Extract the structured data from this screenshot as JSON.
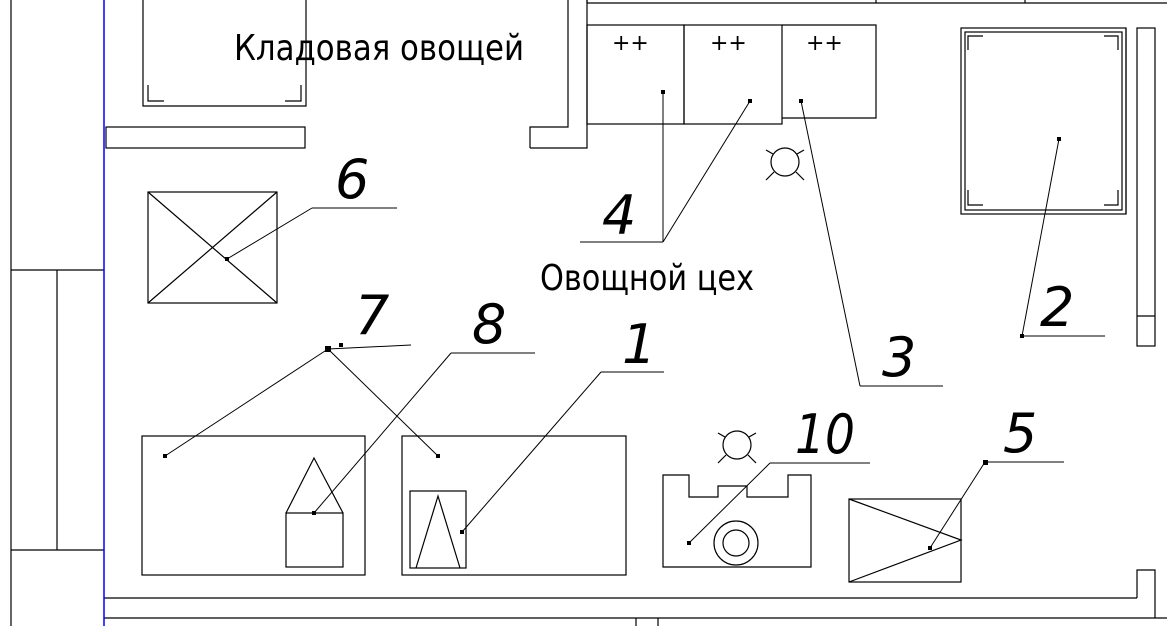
{
  "rooms": {
    "vegetable_storage": "Кладовая овощей",
    "vegetable_shop": "Овощной цех"
  },
  "equipment_numbers": {
    "n1": "1",
    "n2": "2",
    "n3": "3",
    "n4": "4",
    "n5": "5",
    "n6": "6",
    "n7": "7",
    "n8": "8",
    "n10": "10"
  },
  "symbols": {
    "washbasin_marks": "++"
  },
  "colors": {
    "drawing_lines": "#000000",
    "axis_line": "#0000ff",
    "background": "#ffffff"
  }
}
